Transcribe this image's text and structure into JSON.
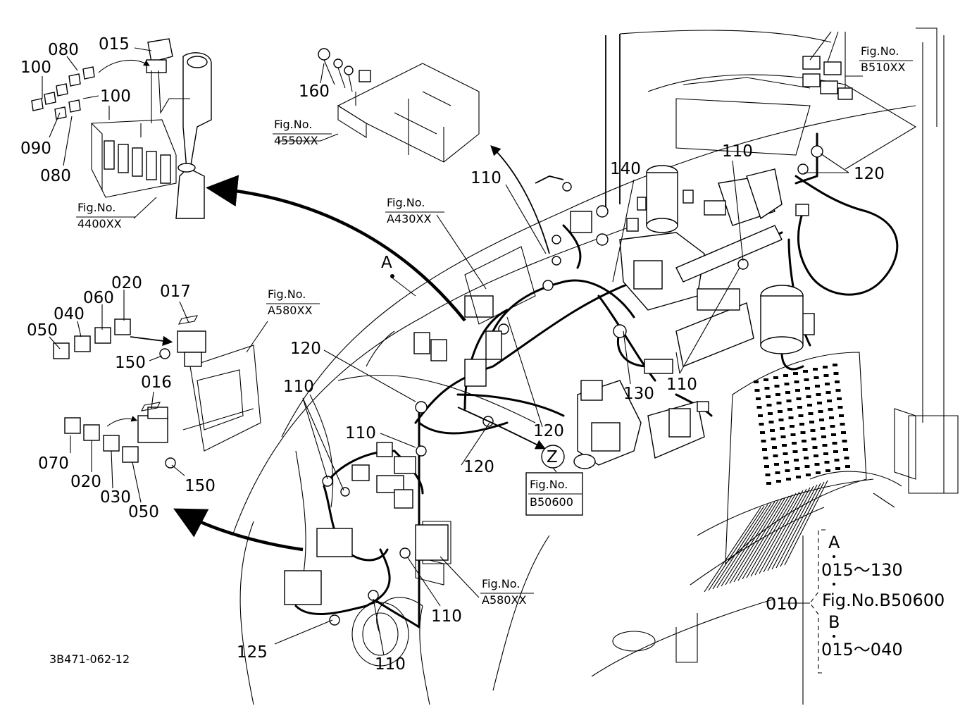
{
  "callouts": {
    "c015": "015",
    "c080a": "080",
    "c100a": "100",
    "c100b": "100",
    "c090": "090",
    "c080b": "080",
    "c160": "160",
    "c110_top": "110",
    "c140": "140",
    "c110_tr": "110",
    "c120_tr": "120",
    "c020a": "020",
    "c060": "060",
    "c017": "017",
    "c040": "040",
    "c050a": "050",
    "c150a": "150",
    "c016": "016",
    "c070": "070",
    "c020b": "020",
    "c030": "030",
    "c050b": "050",
    "c150b": "150",
    "c120_mid": "120",
    "c110_left": "110",
    "c110_mid": "110",
    "c120_mid2": "120",
    "c120_center": "120",
    "c130": "130",
    "c110_right": "110",
    "c110_bot": "110",
    "c125": "125",
    "c110_bot2": "110",
    "ref_A": "A",
    "ref_Z": "Z"
  },
  "fig_refs": {
    "f4400": {
      "line1": "Fig.No.",
      "line2": "4400XX"
    },
    "f4550": {
      "line1": "Fig.No.",
      "line2": "4550XX"
    },
    "fA430": {
      "line1": "Fig.No.",
      "line2": "A430XX"
    },
    "fB510": {
      "line1": "Fig.No.",
      "line2": "B510XX"
    },
    "fA580a": {
      "line1": "Fig.No.",
      "line2": "A580XX"
    },
    "fB506": {
      "line1": "Fig.No.",
      "line2": "B50600"
    },
    "fA580b": {
      "line1": "Fig.No.",
      "line2": "A580XX"
    }
  },
  "legend": {
    "assembly_no": "010",
    "a_label": "A",
    "a_range": "015～130",
    "a_fig": "Fig.No.B50600",
    "b_label": "B",
    "b_range": "015～040"
  },
  "drawing_code": "3B471-062-12"
}
